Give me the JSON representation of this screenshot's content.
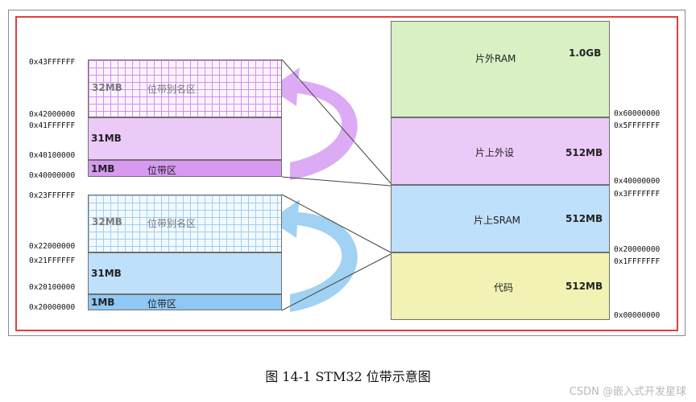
{
  "caption": "图 14-1 STM32 位带示意图",
  "watermark": "CSDN @嵌入式开发星球",
  "colors": {
    "purple_fill": "#eccaf7",
    "purple_band": "#d89af0",
    "blue_fill": "#bfe0fb",
    "blue_band": "#8fc8f5",
    "ram_green": "#d8f0c4",
    "sram_blue": "#bfe0fb",
    "code_yellow": "#f1f2b4",
    "frame_red": "#e0403b",
    "arrow_purple": "#d79bf3",
    "arrow_blue": "#91c9f1"
  },
  "left_addresses": [
    "0x43FFFFFF",
    "0x42000000",
    "0x41FFFFFF",
    "0x40100000",
    "0x40000000",
    "0x23FFFFFF",
    "0x22000000",
    "0x21FFFFFF",
    "0x20100000",
    "0x20000000"
  ],
  "right_addresses": [
    "0x60000000",
    "0x5FFFFFFF",
    "0x40000000",
    "0x3FFFFFFF",
    "0x20000000",
    "0x1FFFFFFF",
    "0x00000000"
  ],
  "peripheral_group": {
    "alias_size": "32MB",
    "alias_name": "位带别名区",
    "mid_size": "31MB",
    "band_size": "1MB",
    "band_name": "位带区"
  },
  "sram_group": {
    "alias_size": "32MB",
    "alias_name": "位带别名区",
    "mid_size": "31MB",
    "band_size": "1MB",
    "band_name": "位带区"
  },
  "memory_map": [
    {
      "name": "片外RAM",
      "size": "1.0GB"
    },
    {
      "name": "片上外设",
      "size": "512MB"
    },
    {
      "name": "片上SRAM",
      "size": "512MB"
    },
    {
      "name": "代码",
      "size": "512MB"
    }
  ]
}
